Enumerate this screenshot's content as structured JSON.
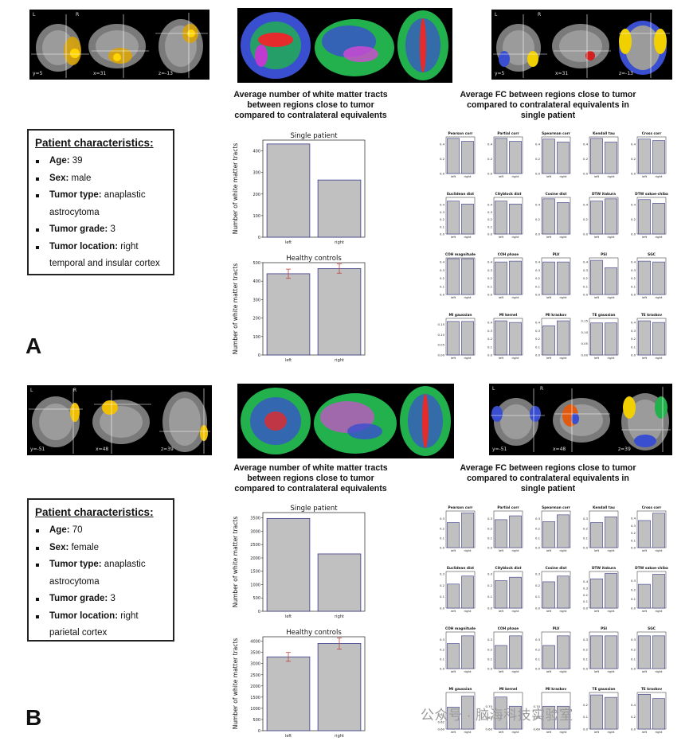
{
  "colors": {
    "bar_fill": "#c0c0c0",
    "bar_stroke": "#3a3a8c",
    "error": "#c04040",
    "axis": "#222222",
    "black": "#000000"
  },
  "panels": [
    {
      "letter": "A",
      "patient": {
        "title": "Patient characteristics:",
        "items": [
          {
            "label": "Age:",
            "value": " 39"
          },
          {
            "label": "Sex:",
            "value": " male"
          },
          {
            "label": "Tumor type:",
            "value": " anaplastic"
          },
          {
            "label": "",
            "value": "astrocytoma"
          },
          {
            "label": "Tumor grade:",
            "value": " 3"
          },
          {
            "label": "Tumor location:",
            "value": " right"
          },
          {
            "label": "",
            "value": "temporal and insular cortex"
          }
        ]
      },
      "brain_strip_left": {
        "orient_l": "L",
        "orient_r": "R",
        "coords": [
          "y=5",
          "x=31",
          "z=-13"
        ]
      },
      "brain_strip_right": {
        "orient_l": "L",
        "orient_r": "R",
        "coords": [
          "y=5",
          "x=31",
          "z=-13"
        ]
      },
      "tract_heading": [
        "Average number of white matter tracts",
        "between regions close to tumor",
        "compared to contralateral equivalents"
      ],
      "fc_heading": [
        "Average FC between regions close to tumor",
        "compared to contralateral equivalents in",
        "single patient"
      ]
    },
    {
      "letter": "B",
      "patient": {
        "title": "Patient characteristics:",
        "items": [
          {
            "label": "Age:",
            "value": " 70"
          },
          {
            "label": "Sex:",
            "value": " female"
          },
          {
            "label": "Tumor type:",
            "value": " anaplastic"
          },
          {
            "label": "",
            "value": "astrocytoma"
          },
          {
            "label": "Tumor grade:",
            "value": " 3"
          },
          {
            "label": "Tumor location:",
            "value": " right"
          },
          {
            "label": "",
            "value": "parietal cortex"
          }
        ]
      },
      "brain_strip_left": {
        "orient_l": "L",
        "orient_r": "R",
        "coords": [
          "y=-51",
          "x=48",
          "z=39"
        ]
      },
      "brain_strip_right": {
        "orient_l": "L",
        "orient_r": "R",
        "coords": [
          "y=-51",
          "x=48",
          "z=39"
        ]
      },
      "tract_heading": [
        "Average number of white matter tracts",
        "between regions close to tumor",
        "compared to contralateral equivalents"
      ],
      "fc_heading": [
        "Average FC between regions close to tumor",
        "compared to contralateral equivalents in",
        "single patient"
      ]
    }
  ],
  "watermark": "公众号 · 脑海科技实验室",
  "chart_data": [
    {
      "id": "A-single",
      "type": "bar",
      "title": "Single patient",
      "ylabel": "Number of white matter tracts",
      "categories": [
        "left",
        "right"
      ],
      "values": [
        432,
        265
      ],
      "ylim": [
        0,
        450
      ],
      "yticks": [
        0,
        100,
        200,
        300,
        400
      ]
    },
    {
      "id": "A-healthy",
      "type": "bar",
      "title": "Healthy controls",
      "ylabel": "Number of white matter tracts",
      "categories": [
        "left",
        "right"
      ],
      "values": [
        440,
        468
      ],
      "errors": [
        25,
        25
      ],
      "ylim": [
        0,
        500
      ],
      "yticks": [
        0,
        100,
        200,
        300,
        400,
        500
      ]
    },
    {
      "id": "B-single",
      "type": "bar",
      "title": "Single patient",
      "ylabel": "Number of white matter tracts",
      "categories": [
        "left",
        "right"
      ],
      "values": [
        3480,
        2150
      ],
      "ylim": [
        0,
        3700
      ],
      "yticks": [
        0,
        500,
        1000,
        1500,
        2000,
        2500,
        3000,
        3500
      ]
    },
    {
      "id": "B-healthy",
      "type": "bar",
      "title": "Healthy controls",
      "ylabel": "Number of white matter tracts",
      "categories": [
        "left",
        "right"
      ],
      "values": [
        3300,
        3900
      ],
      "errors": [
        200,
        250
      ],
      "ylim": [
        0,
        4200
      ],
      "yticks": [
        0,
        500,
        1000,
        1500,
        2000,
        2500,
        3000,
        3500,
        4000
      ]
    },
    {
      "id": "A-fc",
      "type": "bar",
      "categories": [
        "left",
        "right"
      ],
      "subplots": [
        {
          "title": "Pearson corr",
          "values": [
            0.48,
            0.44
          ],
          "ylim": [
            0,
            0.5
          ],
          "yticks": [
            "0.0",
            "0.2",
            "0.4"
          ]
        },
        {
          "title": "Partial corr",
          "values": [
            0.48,
            0.44
          ],
          "ylim": [
            0,
            0.5
          ],
          "yticks": [
            "0.0",
            "0.2",
            "0.4"
          ]
        },
        {
          "title": "Spearman corr",
          "values": [
            0.47,
            0.43
          ],
          "ylim": [
            0,
            0.5
          ],
          "yticks": [
            "0.0",
            "0.2",
            "0.4"
          ]
        },
        {
          "title": "Kendall tau",
          "values": [
            0.48,
            0.43
          ],
          "ylim": [
            0,
            0.5
          ],
          "yticks": [
            "0.0",
            "0.2",
            "0.4"
          ]
        },
        {
          "title": "Cross corr",
          "values": [
            0.47,
            0.45
          ],
          "ylim": [
            0,
            0.5
          ],
          "yticks": [
            "0.0",
            "0.2",
            "0.4"
          ]
        },
        {
          "title": "Euclidean dist",
          "values": [
            0.45,
            0.41
          ],
          "ylim": [
            0,
            0.5
          ],
          "yticks": [
            "0.0",
            "0.1",
            "0.2",
            "0.3",
            "0.4"
          ]
        },
        {
          "title": "Cityblock dist",
          "values": [
            0.45,
            0.41
          ],
          "ylim": [
            0,
            0.5
          ],
          "yticks": [
            "0.0",
            "0.1",
            "0.2",
            "0.3",
            "0.4"
          ]
        },
        {
          "title": "Cosine dist",
          "values": [
            0.48,
            0.43
          ],
          "ylim": [
            0,
            0.5
          ],
          "yticks": [
            "0.0",
            "0.2",
            "0.4"
          ]
        },
        {
          "title": "DTW itakura",
          "values": [
            0.45,
            0.48
          ],
          "ylim": [
            0,
            0.5
          ],
          "yticks": [
            "0.0",
            "0.2",
            "0.4"
          ]
        },
        {
          "title": "DTW sakoe-chiba",
          "values": [
            0.47,
            0.42
          ],
          "ylim": [
            0,
            0.5
          ],
          "yticks": [
            "0.0",
            "0.2",
            "0.4"
          ]
        },
        {
          "title": "COH magnitude",
          "values": [
            0.44,
            0.44
          ],
          "ylim": [
            0,
            0.45
          ],
          "yticks": [
            "0.0",
            "0.1",
            "0.2",
            "0.3",
            "0.4"
          ]
        },
        {
          "title": "COH phase",
          "values": [
            0.4,
            0.41
          ],
          "ylim": [
            0,
            0.45
          ],
          "yticks": [
            "0.0",
            "0.1",
            "0.2",
            "0.3",
            "0.4"
          ]
        },
        {
          "title": "PLV",
          "values": [
            0.4,
            0.4
          ],
          "ylim": [
            0,
            0.45
          ],
          "yticks": [
            "0.0",
            "0.1",
            "0.2",
            "0.3",
            "0.4"
          ]
        },
        {
          "title": "PSI",
          "values": [
            0.42,
            0.33
          ],
          "ylim": [
            0,
            0.45
          ],
          "yticks": [
            "0.0",
            "0.1",
            "0.2",
            "0.3",
            "0.4"
          ]
        },
        {
          "title": "SGC",
          "values": [
            0.41,
            0.4
          ],
          "ylim": [
            0,
            0.45
          ],
          "yticks": [
            "0.0",
            "0.1",
            "0.2",
            "0.3",
            "0.4"
          ]
        },
        {
          "title": "MI gaussian",
          "values": [
            0.165,
            0.165
          ],
          "ylim": [
            0,
            0.18
          ],
          "yticks": [
            "0.00",
            "0.05",
            "0.10",
            "0.15"
          ]
        },
        {
          "title": "MI kernel",
          "values": [
            0.42,
            0.4
          ],
          "ylim": [
            0,
            0.45
          ],
          "yticks": [
            "0.0",
            "0.1",
            "0.2",
            "0.3",
            "0.4"
          ]
        },
        {
          "title": "MI kraskov",
          "values": [
            0.36,
            0.42
          ],
          "ylim": [
            0,
            0.45
          ],
          "yticks": [
            "0.0",
            "0.1",
            "0.2",
            "0.3",
            "0.4"
          ]
        },
        {
          "title": "TE gaussian",
          "values": [
            0.14,
            0.14
          ],
          "ylim": [
            0,
            0.16
          ],
          "yticks": [
            "0.00",
            "0.05",
            "0.10",
            "0.15"
          ]
        },
        {
          "title": "TE kraskov",
          "values": [
            0.42,
            0.4
          ],
          "ylim": [
            0,
            0.45
          ],
          "yticks": [
            "0.0",
            "0.1",
            "0.2",
            "0.3",
            "0.4"
          ]
        }
      ]
    },
    {
      "id": "B-fc",
      "type": "bar",
      "categories": [
        "left",
        "right"
      ],
      "subplots": [
        {
          "title": "Pearson corr",
          "values": [
            0.26,
            0.36
          ],
          "ylim": [
            0,
            0.38
          ],
          "yticks": [
            "0.0",
            "0.1",
            "0.2",
            "0.3"
          ]
        },
        {
          "title": "Partial corr",
          "values": [
            0.29,
            0.33
          ],
          "ylim": [
            0,
            0.38
          ],
          "yticks": [
            "0.0",
            "0.1",
            "0.2",
            "0.3"
          ]
        },
        {
          "title": "Spearman corr",
          "values": [
            0.27,
            0.34
          ],
          "ylim": [
            0,
            0.38
          ],
          "yticks": [
            "0.0",
            "0.1",
            "0.2",
            "0.3"
          ]
        },
        {
          "title": "Kendall tau",
          "values": [
            0.26,
            0.32
          ],
          "ylim": [
            0,
            0.38
          ],
          "yticks": [
            "0.0",
            "0.1",
            "0.2",
            "0.3"
          ]
        },
        {
          "title": "Cross corr",
          "values": [
            0.37,
            0.47
          ],
          "ylim": [
            0,
            0.5
          ],
          "yticks": [
            "0.0",
            "0.1",
            "0.2",
            "0.3",
            "0.4"
          ]
        },
        {
          "title": "Euclidean dist",
          "values": [
            0.21,
            0.28
          ],
          "ylim": [
            0,
            0.32
          ],
          "yticks": [
            "0.0",
            "0.1",
            "0.2",
            "0.3"
          ]
        },
        {
          "title": "Cityblock dist",
          "values": [
            0.24,
            0.27
          ],
          "ylim": [
            0,
            0.32
          ],
          "yticks": [
            "0.0",
            "0.1",
            "0.2",
            "0.3"
          ]
        },
        {
          "title": "Cosine dist",
          "values": [
            0.23,
            0.28
          ],
          "ylim": [
            0,
            0.32
          ],
          "yticks": [
            "0.0",
            "0.1",
            "0.2",
            "0.3"
          ]
        },
        {
          "title": "DTW itakura",
          "values": [
            0.44,
            0.52
          ],
          "ylim": [
            0,
            0.55
          ],
          "yticks": [
            "0.0",
            "0.1",
            "0.2",
            "0.3",
            "0.4"
          ]
        },
        {
          "title": "DTW sakoe-chiba",
          "values": [
            0.26,
            0.37
          ],
          "ylim": [
            0,
            0.4
          ],
          "yticks": [
            "0.0",
            "0.1",
            "0.2",
            "0.3"
          ]
        },
        {
          "title": "COH magnitude",
          "values": [
            0.26,
            0.34
          ],
          "ylim": [
            0,
            0.38
          ],
          "yticks": [
            "0.0",
            "0.1",
            "0.2",
            "0.3"
          ]
        },
        {
          "title": "COH phase",
          "values": [
            0.24,
            0.34
          ],
          "ylim": [
            0,
            0.38
          ],
          "yticks": [
            "0.0",
            "0.1",
            "0.2",
            "0.3"
          ]
        },
        {
          "title": "PLV",
          "values": [
            0.24,
            0.34
          ],
          "ylim": [
            0,
            0.38
          ],
          "yticks": [
            "0.0",
            "0.1",
            "0.2",
            "0.3"
          ]
        },
        {
          "title": "PSI",
          "values": [
            0.34,
            0.34
          ],
          "ylim": [
            0,
            0.38
          ],
          "yticks": [
            "0.0",
            "0.1",
            "0.2",
            "0.3"
          ]
        },
        {
          "title": "SGC",
          "values": [
            0.34,
            0.34
          ],
          "ylim": [
            0,
            0.38
          ],
          "yticks": [
            "0.0",
            "0.1",
            "0.2",
            "0.3"
          ]
        },
        {
          "title": "MI gaussian",
          "values": [
            0.66,
            0.69
          ],
          "ylim": [
            0.6,
            0.7
          ],
          "yticks": [
            "0.60",
            "0.62",
            "0.64"
          ]
        },
        {
          "title": "MI kernel",
          "values": [
            0.74,
            0.7
          ],
          "ylim": [
            0.6,
            0.76
          ],
          "yticks": [
            "0.60",
            "0.65",
            "0.70"
          ]
        },
        {
          "title": "MI kraskov",
          "values": [
            0.7,
            0.7
          ],
          "ylim": [
            0.6,
            0.76
          ],
          "yticks": [
            "0.60",
            "0.65",
            "0.70"
          ]
        },
        {
          "title": "TE gaussian",
          "values": [
            0.28,
            0.26
          ],
          "ylim": [
            0,
            0.3
          ],
          "yticks": [
            "0.0",
            "0.1",
            "0.2"
          ]
        },
        {
          "title": "TE kraskov",
          "values": [
            0.57,
            0.5
          ],
          "ylim": [
            0,
            0.6
          ],
          "yticks": [
            "0.0",
            "0.2",
            "0.4"
          ]
        }
      ]
    }
  ]
}
